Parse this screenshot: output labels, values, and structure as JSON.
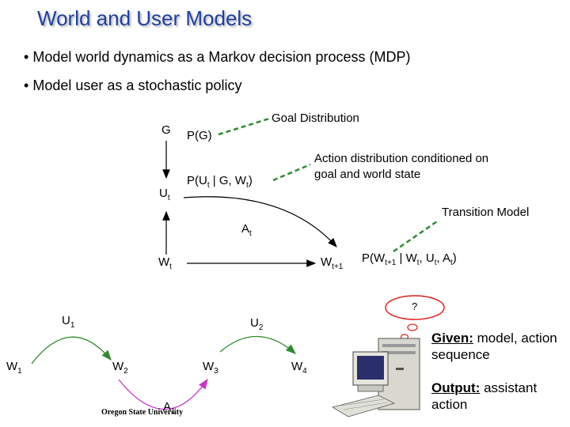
{
  "title": "World and User Models",
  "bullets": [
    "Model world dynamics as a Markov decision process (MDP)",
    "Model user as a stochastic policy"
  ],
  "bullet_glyph": "•",
  "nodes": {
    "G": "G",
    "Ut": {
      "base": "U",
      "sub": "t"
    },
    "At": {
      "base": "A",
      "sub": "t"
    },
    "Wt": {
      "base": "W",
      "sub": "t"
    },
    "Wt1": {
      "base": "W",
      "sub": "t+1"
    }
  },
  "formulas": {
    "pg": "P(G)",
    "pu_pre": "P(U",
    "pu_sub": "t",
    "pu_mid": " | G, W",
    "pu_sub2": "t",
    "pu_post": ")",
    "pw_pre": "P(W",
    "pw_sub": "t+1",
    "pw_mid": " |  W",
    "pw_sub2": "t",
    "pw_mid2": ",  U",
    "pw_sub3": "t",
    "pw_mid3": ",  A",
    "pw_sub4": "t",
    "pw_post": ")"
  },
  "notes": {
    "goal": "Goal Distribution",
    "action_line1": "Action distribution conditioned on",
    "action_line2": "goal and world state",
    "transition": "Transition Model"
  },
  "sequence": {
    "w1": {
      "base": "W",
      "sub": "1"
    },
    "w2": {
      "base": "W",
      "sub": "2"
    },
    "w3": {
      "base": "W",
      "sub": "3"
    },
    "w4": {
      "base": "W",
      "sub": "4"
    },
    "u1": {
      "base": "U",
      "sub": "1"
    },
    "u2": {
      "base": "U",
      "sub": "2"
    },
    "a1": {
      "base": "A",
      "sub": "1"
    }
  },
  "thought_bubble": "?",
  "given": {
    "label": "Given:",
    "text": " model, action sequence"
  },
  "output": {
    "label": "Output:",
    "text": " assistant action"
  },
  "footer": "Oregon State University",
  "colors": {
    "title": "#1f3fa0",
    "green": "#2e8b2e",
    "magenta": "#cc33cc",
    "bubble": "#e02020"
  }
}
